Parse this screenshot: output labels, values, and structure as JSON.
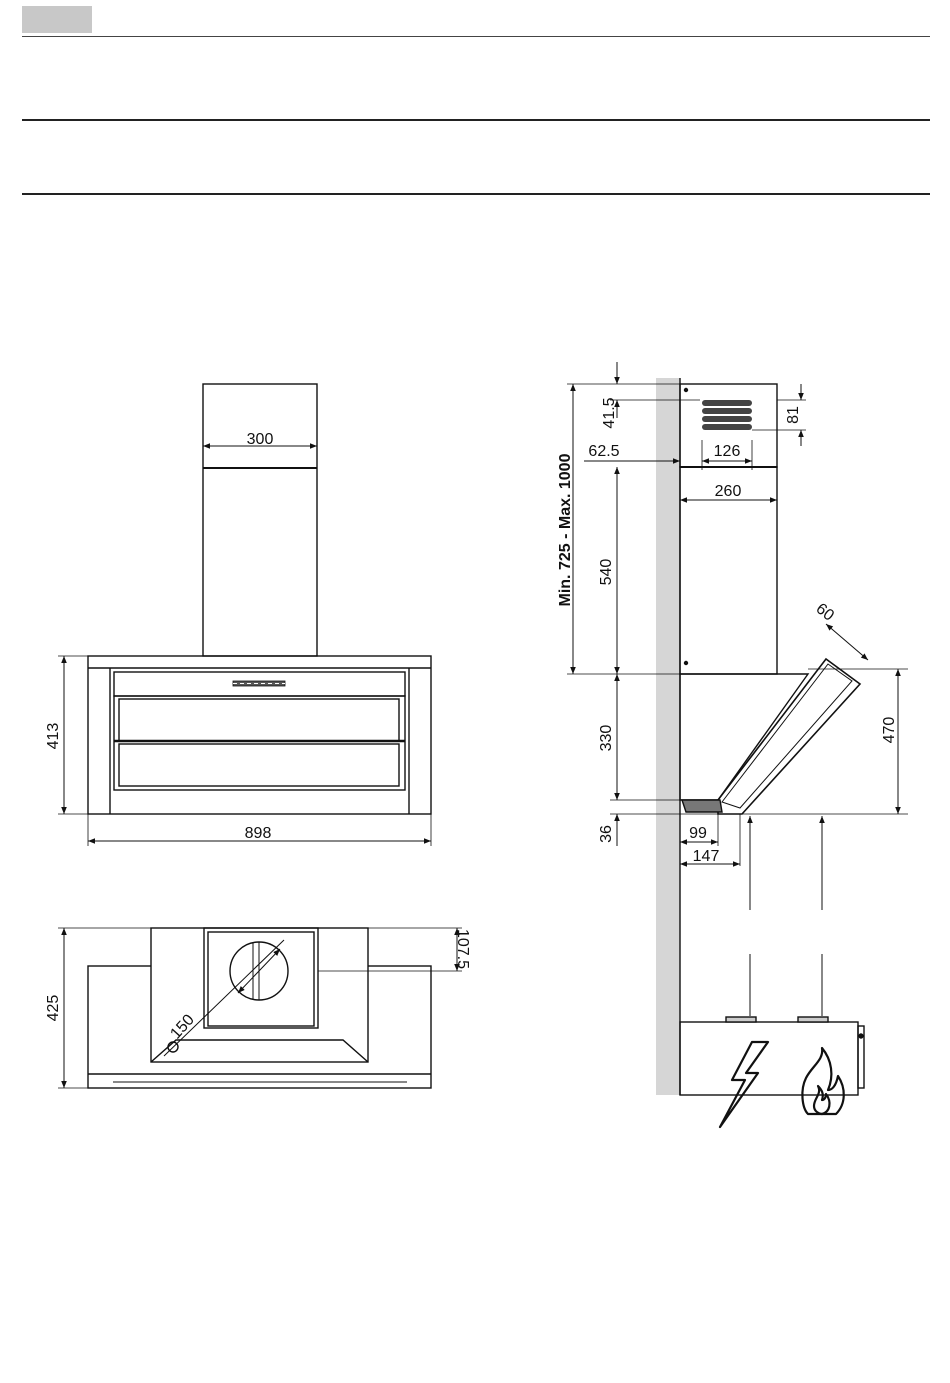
{
  "dimensions": {
    "chimney_width": "300",
    "height": "413",
    "width": "898",
    "depth": "425",
    "outlet_offset": "107.5",
    "outlet_diameter": "150",
    "chimney_height_range": "Min. 725 - Max. 1000",
    "motor_offset": "41.5",
    "outlet_height": "81",
    "wall_to_outlet": "62.5",
    "outlet_width": "126",
    "chimney_depth": "260",
    "chimney_lower": "540",
    "panel_thickness": "60",
    "body_height": "330",
    "total_canopy_height": "470",
    "bottom_gap": "36",
    "bottom_depth": "99",
    "lower_edge_depth": "147"
  },
  "icons": {
    "electric": "lightning-icon",
    "gas": "flame-icon"
  },
  "colors": {
    "line": "#111111",
    "wall": "#d6d6d6",
    "header_tab": "#c8c8c8"
  }
}
